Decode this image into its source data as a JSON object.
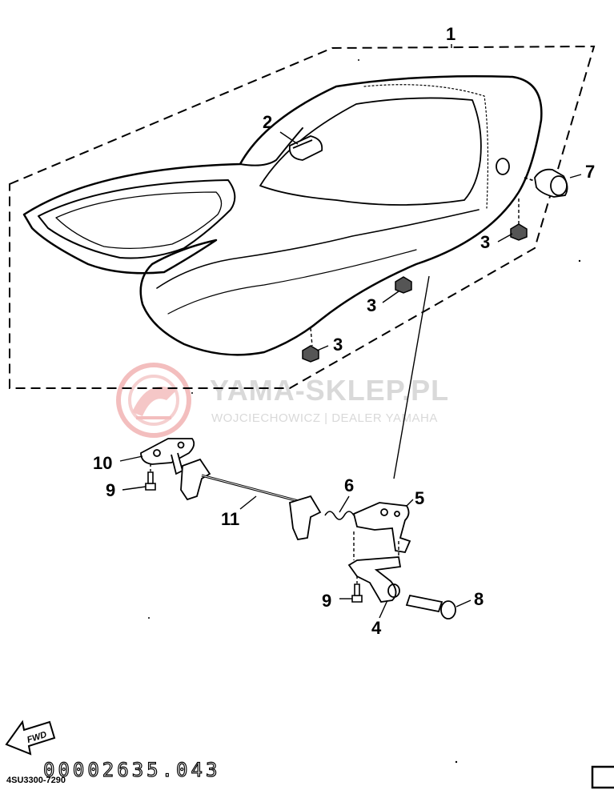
{
  "callouts": {
    "c1": "1",
    "c2": "2",
    "c3a": "3",
    "c3b": "3",
    "c3c": "3",
    "c4": "4",
    "c5": "5",
    "c6": "6",
    "c7": "7",
    "c8": "8",
    "c9a": "9",
    "c9b": "9",
    "c10": "10",
    "c11": "11"
  },
  "watermark": {
    "brand": "YAMA-SKLEP.PL",
    "subline": "WOJCIECHOWICZ | DEALER YAMAHA",
    "logo_color": "#f2b8b8"
  },
  "footer": {
    "fwd_label": "FWD",
    "serial": "00002635.043",
    "drawing_code": "4SU3300-7290"
  }
}
